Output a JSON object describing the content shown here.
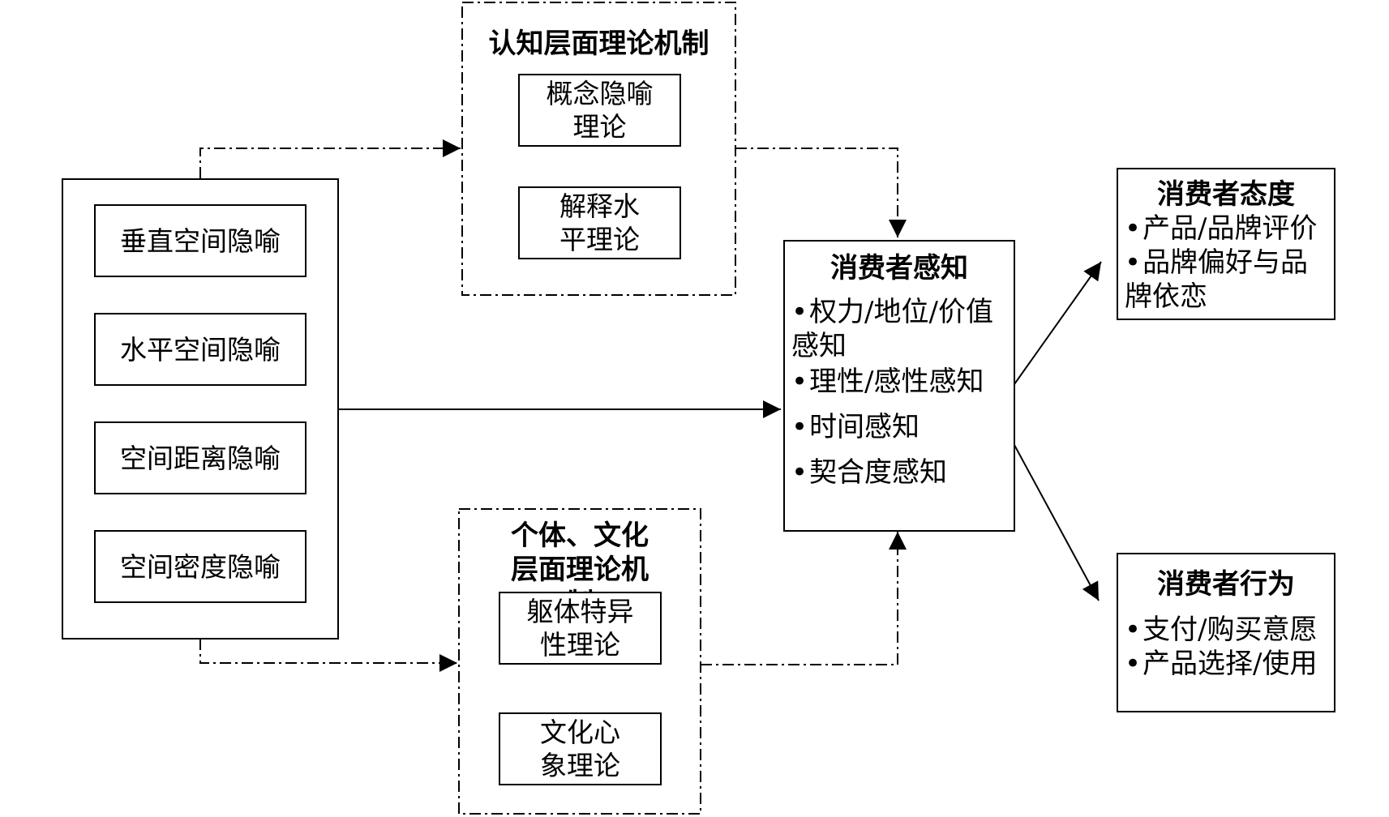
{
  "spatial_metaphors": {
    "items": [
      "垂直空间隐喻",
      "水平空间隐喻",
      "空间距离隐喻",
      "空间密度隐喻"
    ]
  },
  "cognitive_mechanism": {
    "title": "认知层面理论机制",
    "theories": [
      "概念隐喻理论",
      "解释水平理论"
    ]
  },
  "individual_cultural_mechanism": {
    "title": "个体、文化层面理论机制",
    "theories": [
      "躯体特异性理论",
      "文化心象理论"
    ]
  },
  "consumer_perception": {
    "title": "消费者感知",
    "bullets": [
      "权力/地位/价值感知",
      "理性/感性感知",
      "时间感知",
      "契合度感知"
    ]
  },
  "consumer_attitude": {
    "title": "消费者态度",
    "bullets": [
      "产品/品牌评价",
      "品牌偏好与品牌依恋"
    ]
  },
  "consumer_behavior": {
    "title": "消费者行为",
    "bullets": [
      "支付/购买意愿",
      "产品选择/使用"
    ]
  }
}
